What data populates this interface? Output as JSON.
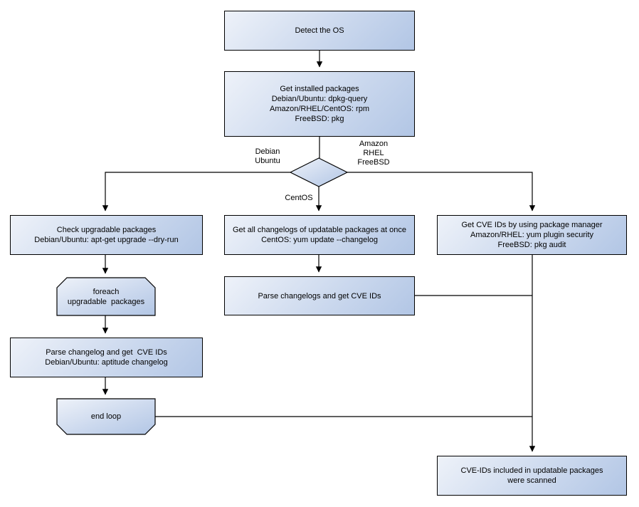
{
  "diagram": {
    "title": "OS package CVE scan flowchart",
    "colors": {
      "background": "#ffffff",
      "node_gradient_start": "#eef2f9",
      "node_gradient_end": "#b2c6e5",
      "node_border": "#000000",
      "connector": "#000000",
      "text": "#000000"
    },
    "nodes": {
      "detect_os": {
        "lines": [
          "Detect the OS"
        ]
      },
      "get_installed": {
        "lines": [
          "Get installed packages",
          "Debian/Ubuntu: dpkg-query",
          "Amazon/RHEL/CentOS: rpm",
          "FreeBSD: pkg"
        ]
      },
      "check_upgradable": {
        "lines": [
          "Check upgradable packages",
          "Debian/Ubuntu: apt-get upgrade --dry-run"
        ]
      },
      "foreach_loop": {
        "lines": [
          "foreach",
          "upgradable  packages"
        ]
      },
      "parse_changelog_deb": {
        "lines": [
          "Parse changelog and get  CVE IDs",
          "Debian/Ubuntu: aptitude changelog"
        ]
      },
      "end_loop": {
        "lines": [
          "end loop"
        ]
      },
      "get_all_changelogs": {
        "lines": [
          "Get all changelogs of updatable packages at once",
          "CentOS: yum update --changelog"
        ]
      },
      "parse_changelogs_centos": {
        "lines": [
          "Parse changelogs and get CVE IDs"
        ]
      },
      "get_cve_pkg_manager": {
        "lines": [
          "Get CVE IDs by using package manager",
          "Amazon/RHEL: yum plugin security",
          "FreeBSD: pkg audit"
        ]
      },
      "cve_scanned": {
        "lines": [
          "CVE-IDs included in updatable packages",
          "were scanned"
        ]
      }
    },
    "edge_labels": {
      "debian_branch": {
        "lines": [
          "Debian",
          "Ubuntu"
        ]
      },
      "amazon_branch": {
        "lines": [
          "Amazon",
          "RHEL",
          "FreeBSD"
        ]
      },
      "centos_branch": {
        "lines": [
          "CentOS"
        ]
      }
    }
  }
}
